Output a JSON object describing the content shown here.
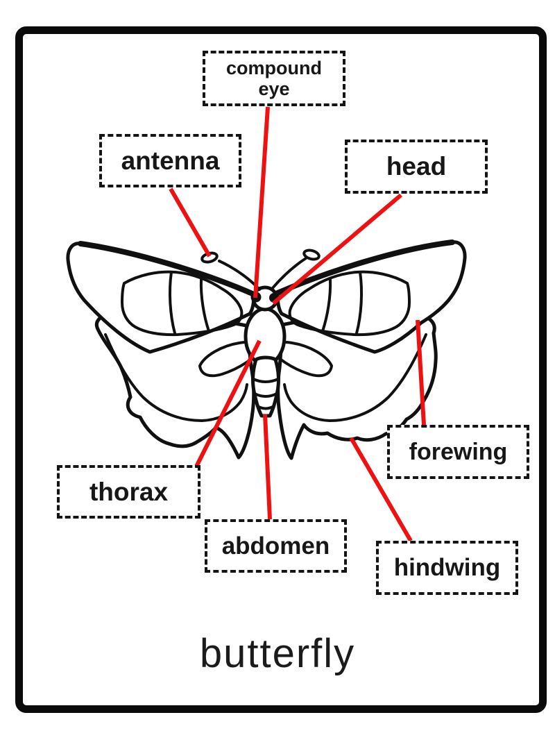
{
  "title": "butterfly",
  "callouts": [
    {
      "id": "compound-eye",
      "label": "compound eye"
    },
    {
      "id": "antenna",
      "label": "antenna"
    },
    {
      "id": "head",
      "label": "head"
    },
    {
      "id": "thorax",
      "label": "thorax"
    },
    {
      "id": "abdomen",
      "label": "abdomen"
    },
    {
      "id": "forewing",
      "label": "forewing"
    },
    {
      "id": "hindwing",
      "label": "hindwing"
    }
  ],
  "colors": {
    "leader_line_red": "#ee1111",
    "ink": "#101010",
    "background": "#ffffff"
  }
}
